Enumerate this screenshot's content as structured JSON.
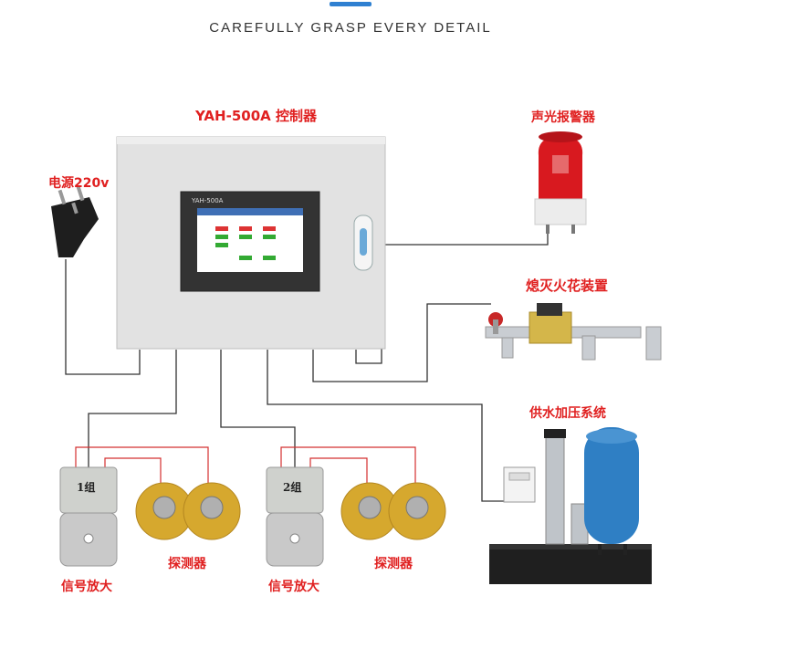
{
  "header": {
    "title": "CAREFULLY GRASP EVERY DETAIL"
  },
  "controller": {
    "title": "YAH-500A 控制器",
    "screen_label": "YAH-500A"
  },
  "power": {
    "label": "电源220v"
  },
  "alarm": {
    "label": "声光报警器"
  },
  "extinguisher": {
    "label": "熄灭火花装置"
  },
  "water_supply": {
    "label": "供水加压系统"
  },
  "groups": [
    {
      "badge": "1组",
      "amplifier_label": "信号放大",
      "detector_label": "探测器"
    },
    {
      "badge": "2组",
      "amplifier_label": "信号放大",
      "detector_label": "探测器"
    }
  ],
  "colors": {
    "label_red": "#e02020",
    "accent_blue": "#2f80d1",
    "cabinet_grey": "#e2e2e2",
    "wire": "#333333"
  }
}
